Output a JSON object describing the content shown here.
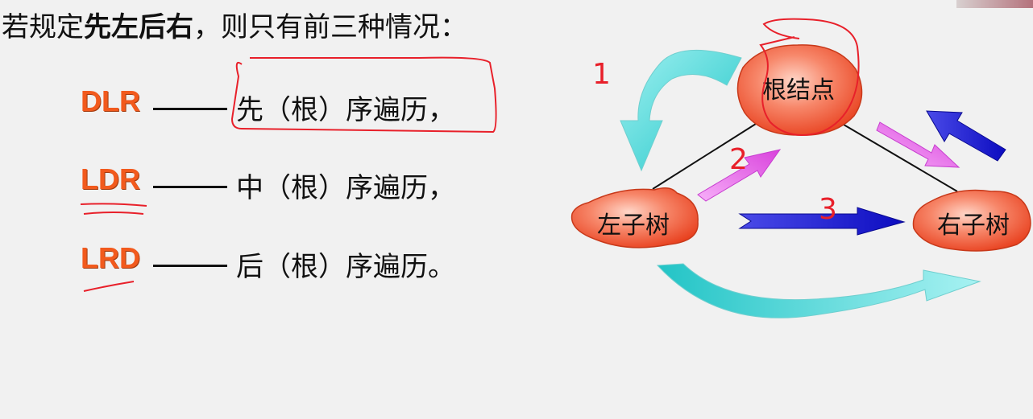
{
  "title": {
    "prefix": "若规定",
    "bold": "先左后右",
    "suffix": "，则只有前三种情况："
  },
  "rows": [
    {
      "code": "DLR",
      "dash": "——",
      "desc": "先（根）序遍历，"
    },
    {
      "code": "LDR",
      "dash": "——",
      "desc": "中（根）序遍历，"
    },
    {
      "code": "LRD",
      "dash": "——",
      "desc": "后（根）序遍历。"
    }
  ],
  "diagram": {
    "root_label": "根结点",
    "left_label": "左子树",
    "right_label": "右子树",
    "step_labels": [
      "1",
      "2",
      "3"
    ]
  },
  "colors": {
    "code": "#f25a1d",
    "node_fill": "#f36b4f",
    "cyan_arrow": "#4fd8d8",
    "magenta_arrow": "#ee7cf0",
    "blue_arrow": "#1a1ad8",
    "annotation_red": "#e8202a"
  }
}
